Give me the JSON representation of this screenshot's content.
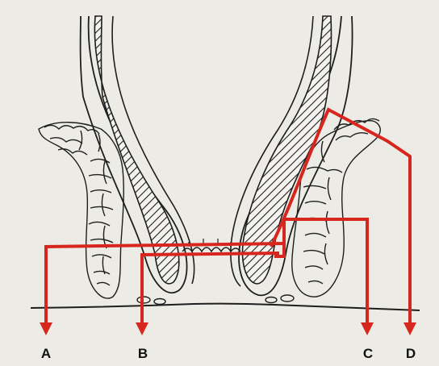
{
  "labels": [
    "A",
    "B",
    "C",
    "D"
  ],
  "colors": {
    "background": "#ecebe6",
    "line": "#d7261e",
    "ink": "#1e1e1e"
  }
}
